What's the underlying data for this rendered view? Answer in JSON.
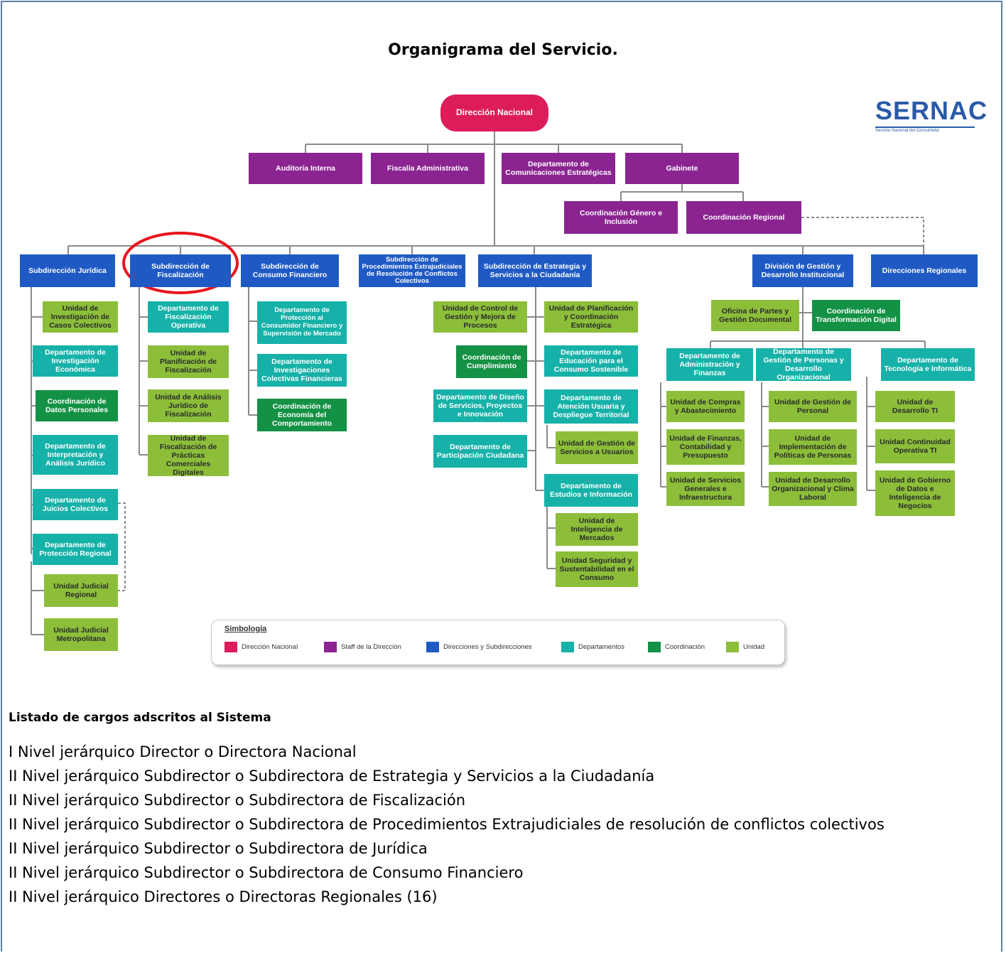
{
  "title": "Organigrama del Servicio.",
  "logo": {
    "name": "SERNAC",
    "subtitle": "Servicio Nacional del Consumidor"
  },
  "boxes": {
    "direccion": "Dirección Nacional",
    "auditoria": "Auditoría Interna",
    "fiscalia": "Fiscalía Administrativa",
    "comunicaciones": "Departamento de Comunicaciones Estratégicas",
    "gabinete": "Gabinete",
    "genero": "Coordinación Género e Inclusión",
    "regional": "Coordinación Regional",
    "sub_juridica": "Subdirección Jurídica",
    "sub_fiscalizacion": "Subdirección de Fiscalización",
    "sub_consumo": "Subdirección de Consumo Financiero",
    "sub_procedimientos": "Subdirección de Procedimientos Extrajudiciales de Resolución de Conflictos Colectivos",
    "sub_estrategia": "Subdirección de Estrategia y Servicios a la Ciudadanía",
    "div_gestion": "División de Gestión y Desarrollo Institucional",
    "dir_regionales": "Direcciones Regionales",
    "j1": "Unidad de Investigación de Casos Colectivos",
    "j2": "Departamento de Investigación Económica",
    "j3": "Coordinación de Datos Personales",
    "j4": "Departamento de Interpretación y Análisis Jurídico",
    "j5": "Departamento de Juicios Colectivos",
    "j6": "Departamento de Protección Regional",
    "j7": "Unidad Judicial Regional",
    "j8": "Unidad Judicial Metropolitana",
    "f1": "Departamento de Fiscalización Operativa",
    "f2": "Unidad de Planificación de Fiscalización",
    "f3": "Unidad de Análisis Jurídico de Fiscalización",
    "f4": "Unidad de Fiscalización de Prácticas Comerciales Digitales",
    "c1": "Departamento de Protección al Consumidor Financiero y Supervisión de Mercado",
    "c2": "Departamento de Investigaciones Colectivas Financieras",
    "c3": "Coordinación de Economía del Comportamiento",
    "e1": "Unidad de Control de Gestión y Mejora de Procesos",
    "e2": "Coordinación de Cumplimiento",
    "e3": "Departamento de Diseño de Servicios, Proyectos e Innovación",
    "e4": "Departamento de Participación Ciudadana",
    "e5": "Unidad de Planificación y Coordinación Estratégica",
    "e6": "Departamento de Educación para el Consumo Sostenible",
    "e7": "Departamento de Atención Usuaria y Despliegue Territorial",
    "e8": "Unidad de Gestión de Servicios a Usuarios",
    "e9": "Departamento de Estudios e Información",
    "e10": "Unidad de Inteligencia de Mercados",
    "e11": "Unidad Seguridad y Sustentabilidad en el Consumo",
    "g1": "Oficina de Partes y Gestión Documental",
    "g2": "Coordinación de Transformación Digital",
    "g3": "Departamento de Administración y Finanzas",
    "g4": "Departamento de Gestión de Personas y Desarrollo Organizacional",
    "g5": "Departamento de Tecnología e Informática",
    "g6": "Unidad de Compras y Abastecimiento",
    "g7": "Unidad de Finanzas, Contabilidad y Presupuesto",
    "g8": "Unidad de Servicios Generales e Infraestructura",
    "g9": "Unidad de Gestión de Personal",
    "g10": "Unidad de Implementación de Políticas de Personas",
    "g11": "Unidad de Desarrollo Organizacional y Clima Laboral",
    "g12": "Unidad de Desarrollo TI",
    "g13": "Unidad Continuidad Operativa TI",
    "g14": "Unidad de Gobierno de Datos e Inteligencia de Negocios"
  },
  "legend": {
    "title": "Simbología",
    "items": [
      {
        "label": "Dirección Nacional",
        "color": "#dd1c5a"
      },
      {
        "label": "Staff de la Dirección",
        "color": "#8b2491"
      },
      {
        "label": "Direcciones y Subdirecciones",
        "color": "#1f5ac4"
      },
      {
        "label": "Departamentos",
        "color": "#16b1a8"
      },
      {
        "label": "Coordinación",
        "color": "#139145"
      },
      {
        "label": "Unidad",
        "color": "#8cbe3a"
      }
    ]
  },
  "highlight_color": "#e8141e",
  "list_heading": "Listado de cargos adscritos al Sistema",
  "positions": [
    "I Nivel jerárquico Director o Directora Nacional",
    "II Nivel jerárquico Subdirector o Subdirectora de Estrategia y Servicios a la Ciudadanía",
    "II Nivel jerárquico Subdirector o Subdirectora de Fiscalización",
    "II Nivel jerárquico Subdirector o Subdirectora de Procedimientos Extrajudiciales de resolución de conflictos colectivos",
    "II Nivel jerárquico Subdirector o Subdirectora de Jurídica",
    "II Nivel jerárquico Subdirector o Subdirectora de Consumo Financiero",
    "II Nivel jerárquico Directores o Directoras Regionales (16)"
  ]
}
